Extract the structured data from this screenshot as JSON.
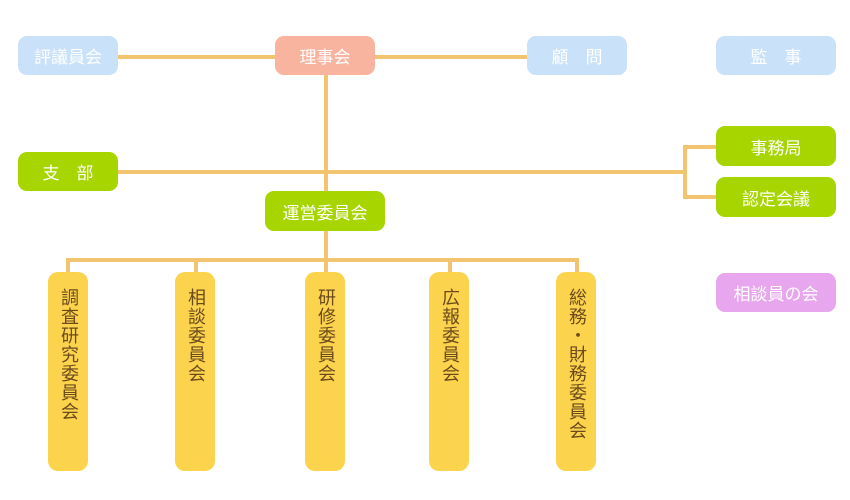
{
  "colors": {
    "connector": "#f2c46f",
    "governance_box": "#c9e1f9",
    "board_box": "#f8b49f",
    "operations_box": "#a7d500",
    "committee_box": "#fcd34c",
    "committee_text": "#6b4a1c",
    "counselor_box": "#e7a6ee"
  },
  "boards": {
    "council": "評議員会",
    "board_of_directors": "理事会",
    "advisor": "顧　問",
    "auditor": "監　事"
  },
  "operations": {
    "branch": "支　部",
    "secretariat": "事務局",
    "certification_council": "認定会議",
    "steering_committee": "運営委員会",
    "counselors_association": "相談員の会"
  },
  "committees": [
    {
      "label": "調査研究委員会"
    },
    {
      "label": "相談委員会"
    },
    {
      "label": "研修委員会"
    },
    {
      "label": "広報委員会"
    },
    {
      "label": "総務・財務委員会"
    }
  ]
}
